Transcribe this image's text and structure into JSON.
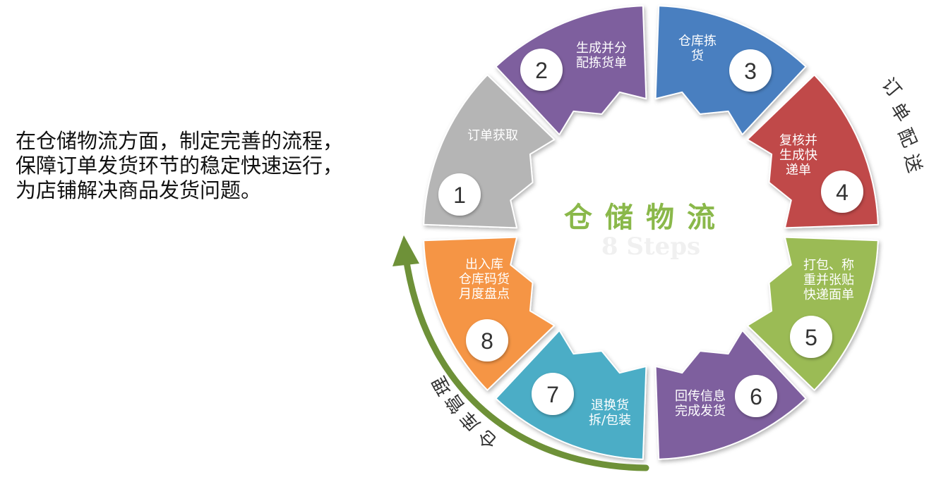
{
  "intro": {
    "lines": [
      "在仓储物流方面，制定完善的流程，",
      "保障订单发货环节的稳定快速运行，",
      "为店铺解决商品发货问题。"
    ]
  },
  "center": {
    "title": "仓储物流",
    "subtitle": "8 Steps"
  },
  "arcs": {
    "right_label": "订单配送",
    "left_label": "仓库管理"
  },
  "steps": [
    {
      "num": "1",
      "lines": [
        "订单获取"
      ],
      "color": "#b5b5b5"
    },
    {
      "num": "2",
      "lines": [
        "生成并分",
        "配拣货单"
      ],
      "color": "#7e5f9e"
    },
    {
      "num": "3",
      "lines": [
        "仓库拣",
        "货"
      ],
      "color": "#4a7fc0"
    },
    {
      "num": "4",
      "lines": [
        "复核并",
        "生成快",
        "递单"
      ],
      "color": "#c0484a"
    },
    {
      "num": "5",
      "lines": [
        "打包、称",
        "重并张贴",
        "快递面单"
      ],
      "color": "#9bbb55"
    },
    {
      "num": "6",
      "lines": [
        "回传信息",
        "完成发货"
      ],
      "color": "#7e5f9e"
    },
    {
      "num": "7",
      "lines": [
        "退换货",
        "拆/包装"
      ],
      "color": "#4badc6"
    },
    {
      "num": "8",
      "lines": [
        "出入库",
        "仓库码货",
        "月度盘点"
      ],
      "color": "#f59545"
    }
  ],
  "colors": {
    "center_title": "#8ab84a",
    "arrow": "#6e9138"
  }
}
